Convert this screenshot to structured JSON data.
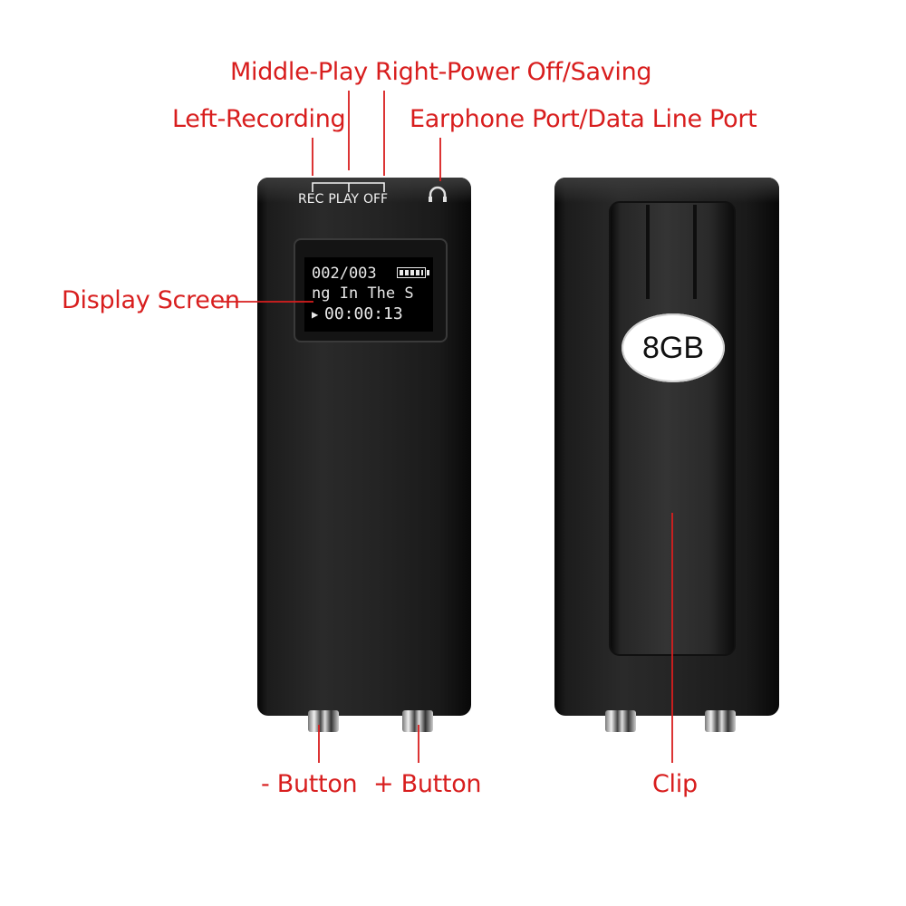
{
  "callouts": {
    "middle_play": "Middle-Play",
    "right_power": "Right-Power Off/Saving",
    "left_recording": "Left-Recording",
    "earphone_port": "Earphone Port/Data Line Port",
    "display_screen": "Display Screen",
    "minus_button": "- Button",
    "plus_button": "+ Button",
    "clip": "Clip"
  },
  "device_front": {
    "button_labels": [
      "REC",
      "PLAY",
      "OFF"
    ],
    "headphone_icon": "headphone-icon",
    "screen": {
      "line1": "002/003",
      "line2": "ng In The S",
      "line3": "00:00:13",
      "play_icon": "play-triangle-icon",
      "battery_icon": "battery-icon"
    }
  },
  "device_back": {
    "capacity_badge": "8GB"
  },
  "colors": {
    "callout_text": "#d81e1e",
    "device_body": "#222222",
    "screen_text": "#e8e8e8"
  }
}
